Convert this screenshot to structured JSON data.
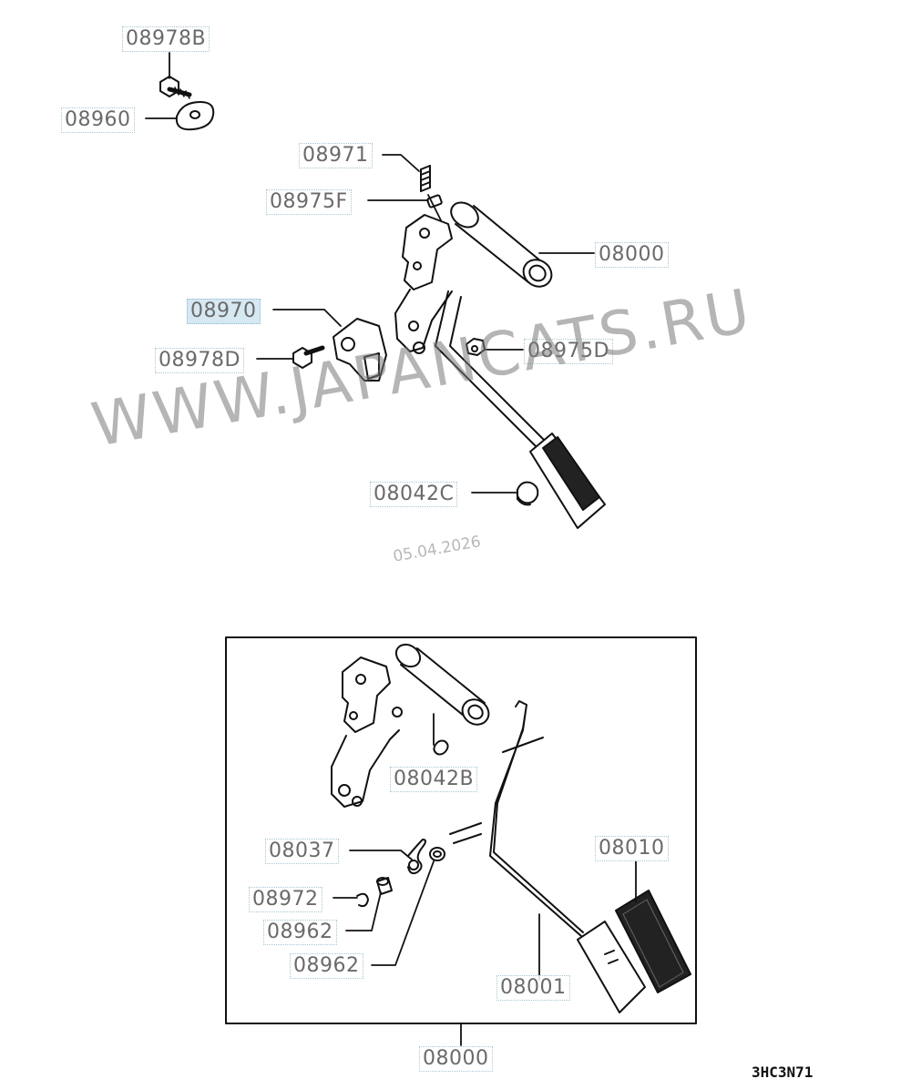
{
  "labels": {
    "l08978B": "08978B",
    "l08960": "08960",
    "l08971": "08971",
    "l08975F": "08975F",
    "l08000a": "08000",
    "l08970": "08970",
    "l08978D": "08978D",
    "l08975D": "08975D",
    "l08042C": "08042C",
    "l08042B": "08042B",
    "l08037": "08037",
    "l08010": "08010",
    "l08972": "08972",
    "l08962a": "08962",
    "l08962b": "08962",
    "l08001": "08001",
    "l08000b": "08000"
  },
  "watermark": "WWW.JAPANCATS.RU",
  "date_stamp": "05.04.2026",
  "drawing_code": "3HC3N71",
  "colors": {
    "label_text": "#6a6a6a",
    "label_border": "#a9c6d2",
    "highlight": "#d6e8f2",
    "line": "#111111"
  }
}
